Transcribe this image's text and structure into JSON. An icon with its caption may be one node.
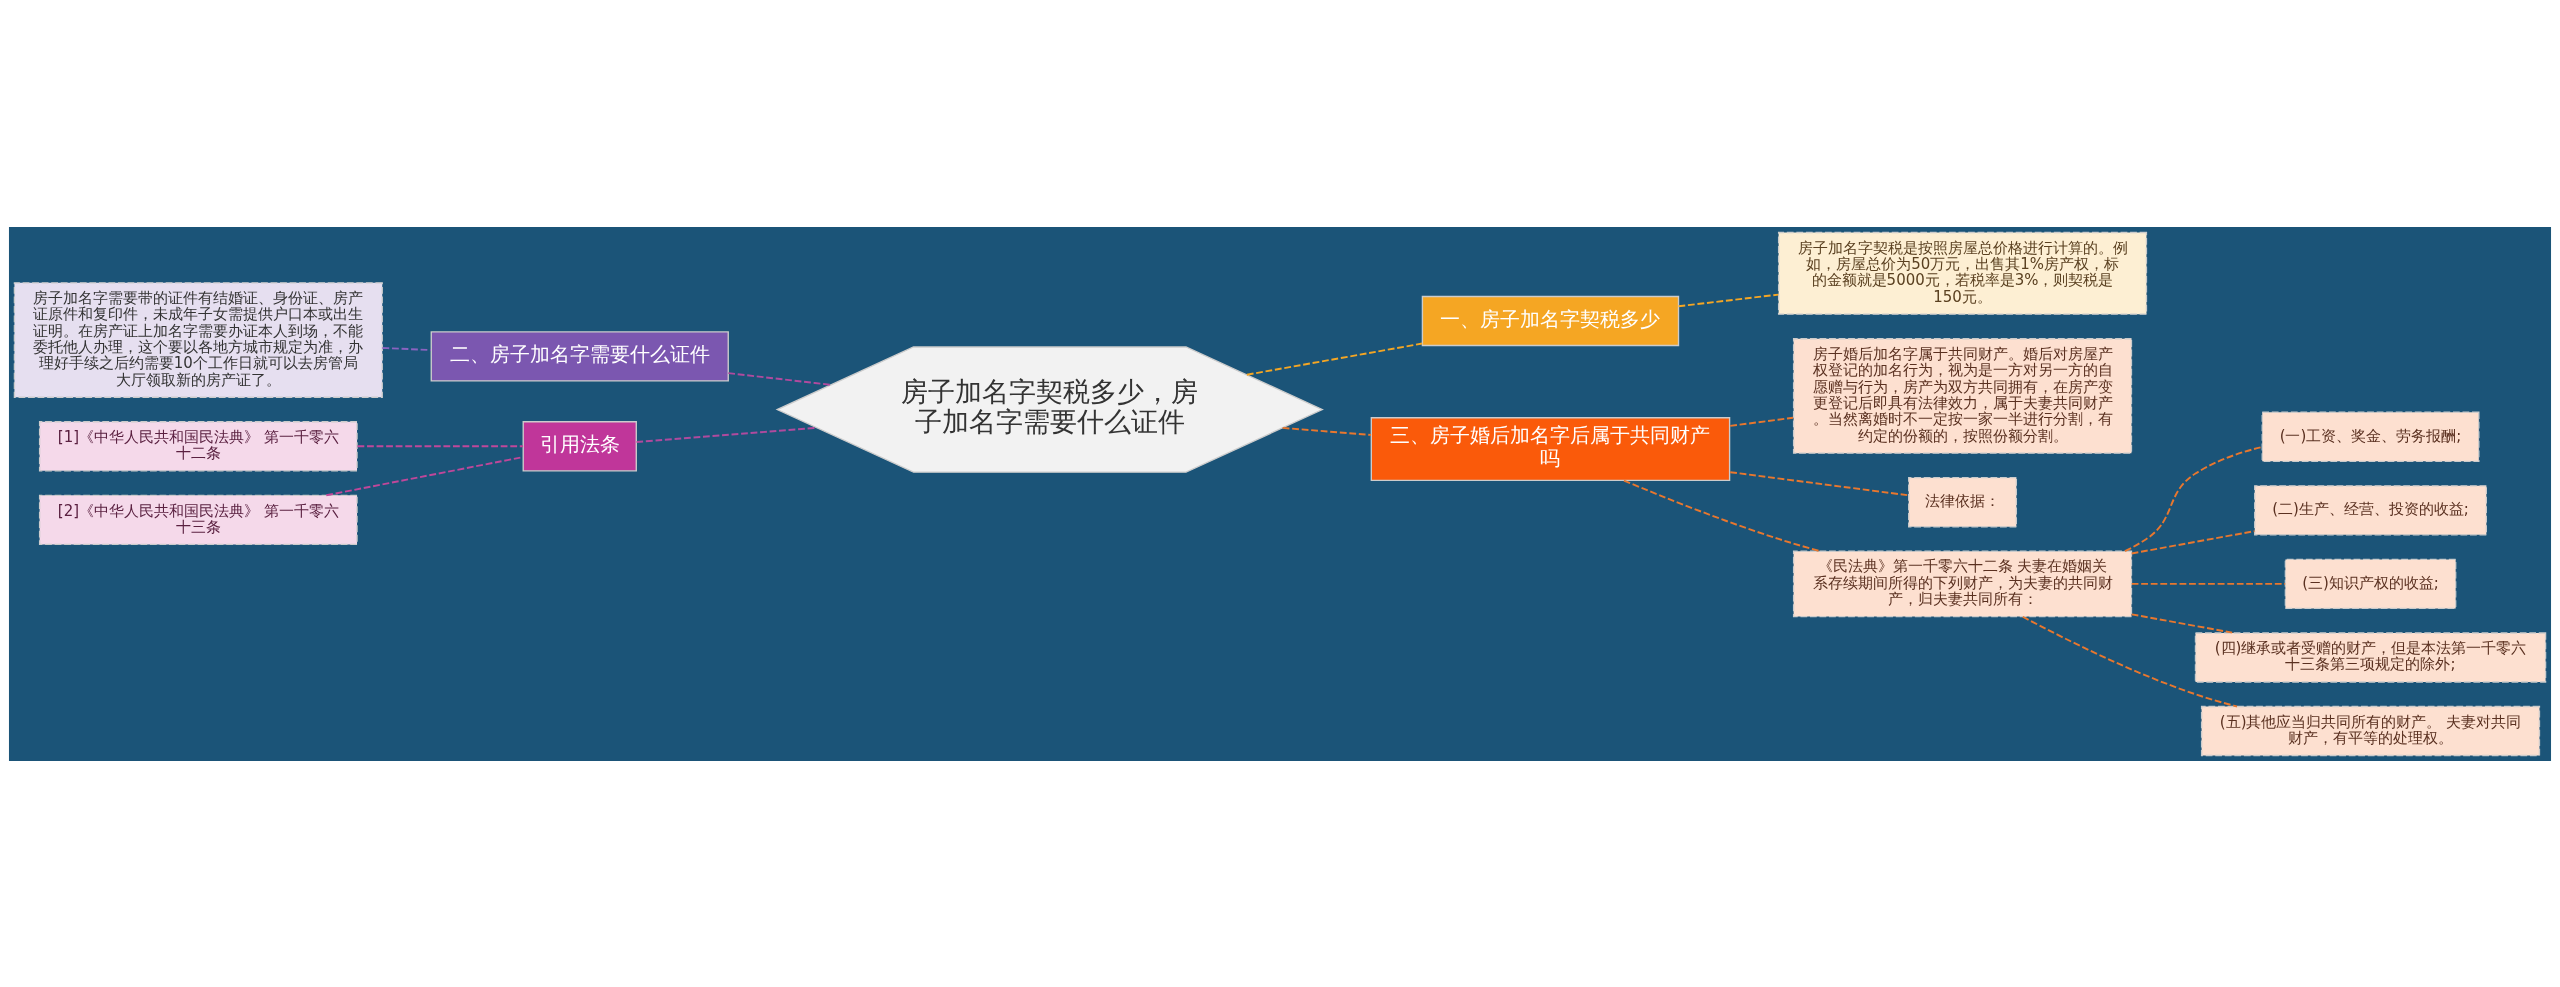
{
  "diagram": {
    "nodes": [
      {
        "text": [
          "房子加名字契税多少，房子加名字需要什么证件"
        ]
      },
      {
        "text": [
          "一、房子加名字契税多少"
        ]
      },
      {
        "text": [
          "房子加名字契税是按照房屋总价格进行计算的。例如，房屋总价为50万元，出售其1%房产权，标的金额就是5000元，若税率是3%，则契税是150元。"
        ]
      },
      {
        "text": [
          "二、房子加名字需要什么证件"
        ]
      },
      {
        "text": [
          "房子加名字需要带的证件有结婚证、身份证、房产证原件和复印件，未成年子女需提供户口本或出生证明。在房产证上加名字需要办证本人到场，不能委托他人办理，这个要以各地方城市规定为准，办理好手续之后约需要10个工作日就可以去房管局大厅领取新的房产证了。"
        ]
      },
      {
        "text": [
          "引用法条"
        ]
      },
      {
        "text": [
          "[1]《中华人民共和国民法典》 第一千零六十二条"
        ]
      },
      {
        "text": [
          "[2]《中华人民共和国民法典》 第一千零六十三条"
        ]
      },
      {
        "text": [
          "三、房子婚后加名字后属于共同财产吗"
        ]
      },
      {
        "text": [
          "房子婚后加名字属于共同财产。婚后对房屋产权登记的加名行为，视为是一方对另一方的自愿赠与行为，房产为双方共同拥有，在房产变更登记后即具有法律效力，属于夫妻共同财产。当然离婚时不一定按一家一半进行分割，有约定的份额的，按照份额分割。"
        ]
      },
      {
        "text": [
          "法律依据："
        ]
      },
      {
        "text": [
          "《民法典》第一千零六十二条 夫妻在婚姻关系存续期间所得的下列财产，为夫妻的共同财产，归夫妻共同所有："
        ]
      },
      {
        "text": [
          "(一)工资、奖金、劳务报酬;"
        ]
      },
      {
        "text": [
          "(二)生产、经营、投资的收益;"
        ]
      },
      {
        "text": [
          "(三)知识产权的收益;"
        ]
      },
      {
        "text": [
          "(四)继承或者受赠的财产，但是本法第一千零六十三条第三项规定的除外;"
        ]
      },
      {
        "text": [
          "(五)其他应当归共同所有的财产。 夫妻对共同财产，有平等的处理权。"
        ]
      }
    ],
    "edges": [
      {
        "from": 0,
        "to": 1,
        "arrow": "none",
        "style": "dashed",
        "color": "#f5a623"
      },
      {
        "from": 1,
        "to": 2,
        "arrow": "none",
        "style": "dashed",
        "color": "#f5a623"
      },
      {
        "from": 0,
        "to": 3,
        "arrow": "none",
        "style": "dashed",
        "color": "#b04a9e"
      },
      {
        "from": 3,
        "to": 4,
        "arrow": "none",
        "style": "dashed",
        "color": "#8a63c0"
      },
      {
        "from": 0,
        "to": 5,
        "arrow": "none",
        "style": "dashed",
        "color": "#b04a9e"
      },
      {
        "from": 5,
        "to": 6,
        "arrow": "none",
        "style": "dashed",
        "color": "#c0479a"
      },
      {
        "from": 5,
        "to": 7,
        "arrow": "none",
        "style": "dashed",
        "color": "#c0479a"
      },
      {
        "from": 0,
        "to": 8,
        "arrow": "none",
        "style": "dashed"
      },
      {
        "from": 8,
        "to": 9,
        "arrow": "none",
        "style": "dashed"
      },
      {
        "from": 8,
        "to": 10,
        "arrow": "none",
        "style": "dashed"
      },
      {
        "from": 8,
        "to": 11,
        "arrow": "none",
        "style": "dashed"
      },
      {
        "from": 11,
        "to": 12,
        "arrow": "none",
        "style": "dashed"
      },
      {
        "from": 11,
        "to": 13,
        "arrow": "none",
        "style": "dashed"
      },
      {
        "from": 11,
        "to": 14,
        "arrow": "none",
        "style": "dashed"
      },
      {
        "from": 11,
        "to": 15,
        "arrow": "none",
        "style": "dashed"
      },
      {
        "from": 11,
        "to": 16,
        "arrow": "none",
        "style": "dashed"
      }
    ]
  }
}
